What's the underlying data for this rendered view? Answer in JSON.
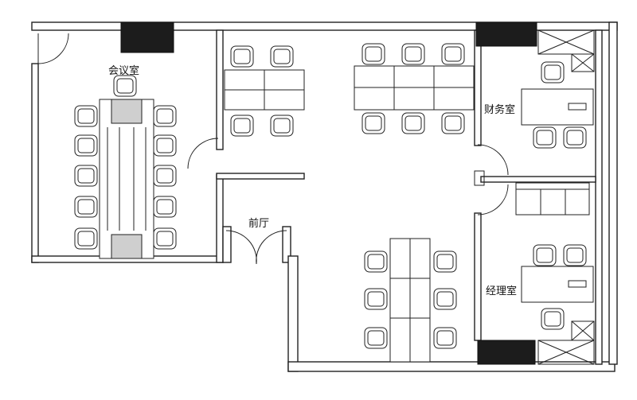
{
  "rooms": {
    "meeting_room": "会议室",
    "lobby": "前厅",
    "finance_room": "财务室",
    "manager_room": "经理室"
  }
}
